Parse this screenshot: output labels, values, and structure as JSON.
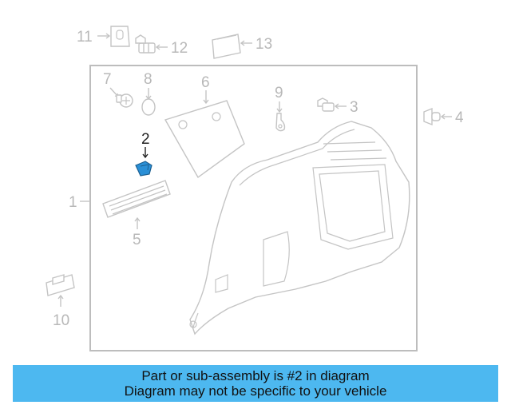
{
  "diagram": {
    "highlight_color": "#2a8fd6",
    "callouts": [
      {
        "id": "c1",
        "label": "1",
        "icon": "trim-panel-icon"
      },
      {
        "id": "c2",
        "label": "2",
        "icon": "clip-icon",
        "highlighted": true
      },
      {
        "id": "c3",
        "label": "3",
        "icon": "bolt-icon"
      },
      {
        "id": "c4",
        "label": "4",
        "icon": "fastener-icon"
      },
      {
        "id": "c5",
        "label": "5",
        "icon": "grille-icon"
      },
      {
        "id": "c6",
        "label": "6",
        "icon": "cover-panel-icon"
      },
      {
        "id": "c7",
        "label": "7",
        "icon": "screw-icon"
      },
      {
        "id": "c8",
        "label": "8",
        "icon": "ring-icon"
      },
      {
        "id": "c9",
        "label": "9",
        "icon": "hook-icon"
      },
      {
        "id": "c10",
        "label": "10",
        "icon": "bracket-icon"
      },
      {
        "id": "c11",
        "label": "11",
        "icon": "clip-bracket-icon"
      },
      {
        "id": "c12",
        "label": "12",
        "icon": "bolt-icon"
      },
      {
        "id": "c13",
        "label": "13",
        "icon": "cap-icon"
      }
    ]
  },
  "footer": {
    "line1": "Part or sub-assembly is #2 in diagram",
    "line2": "Diagram may not be specific to your vehicle",
    "background": "#4db8f0"
  }
}
